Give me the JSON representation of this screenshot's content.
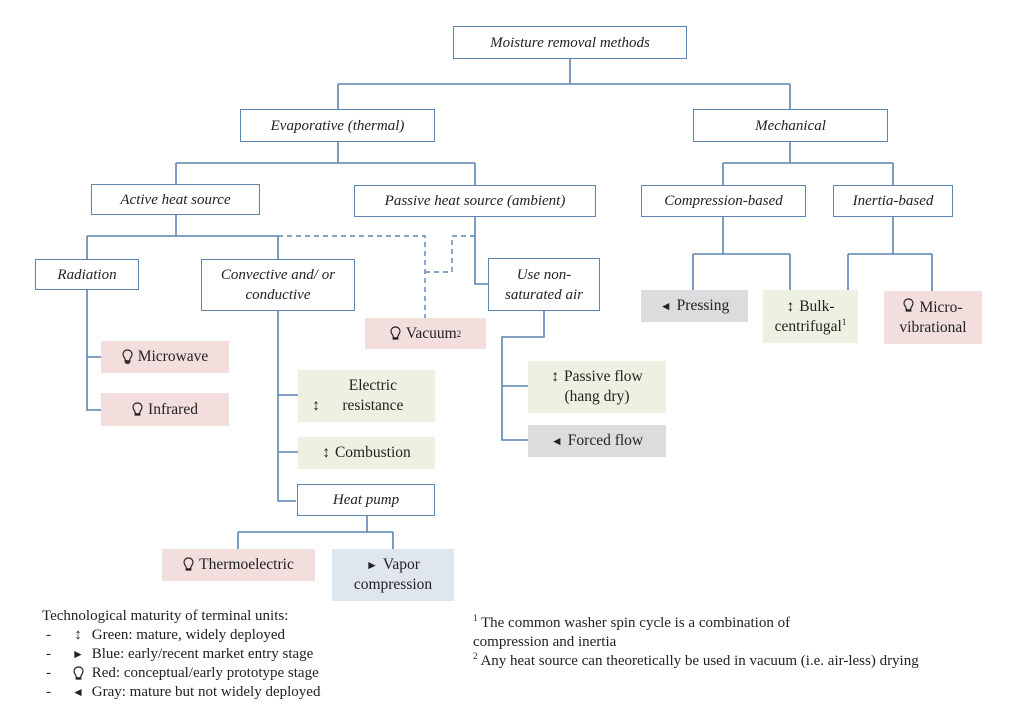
{
  "diagram": {
    "root": "Moisture removal methods",
    "categories": {
      "evaporative": "Evaporative (thermal)",
      "mechanical": "Mechanical",
      "active_heat": "Active heat source",
      "passive_heat": "Passive heat source (ambient)",
      "compression": "Compression-based",
      "inertia": "Inertia-based",
      "radiation": "Radiation",
      "convective": "Convective and/ or conductive",
      "non_saturated": "Use non-saturated air",
      "heat_pump": "Heat pump"
    },
    "leaves": {
      "microwave": {
        "label": "Microwave",
        "maturity": "red",
        "icon": "lightbulb-icon"
      },
      "infrared": {
        "label": "Infrared",
        "maturity": "red",
        "icon": "lightbulb-icon"
      },
      "vacuum": {
        "label": "Vacuum",
        "footnote": "2",
        "maturity": "red",
        "icon": "lightbulb-icon"
      },
      "electric": {
        "label": "Electric resistance",
        "maturity": "green",
        "icon": "up-down-arrow-icon"
      },
      "combustion": {
        "label": "Combustion",
        "maturity": "green",
        "icon": "up-down-arrow-icon"
      },
      "passive_flow": {
        "label": "Passive flow (hang dry)",
        "maturity": "green",
        "icon": "up-down-arrow-icon"
      },
      "forced_flow": {
        "label": "Forced flow",
        "maturity": "gray",
        "icon": "left-triangle-icon"
      },
      "pressing": {
        "label": "Pressing",
        "maturity": "gray",
        "icon": "left-triangle-icon"
      },
      "bulk": {
        "label": "Bulk-centrifugal",
        "footnote": "1",
        "maturity": "green",
        "icon": "up-down-arrow-icon"
      },
      "micro": {
        "label": "Micro-vibrational",
        "maturity": "red",
        "icon": "lightbulb-icon"
      },
      "thermoelectric": {
        "label": "Thermoelectric",
        "maturity": "red",
        "icon": "lightbulb-icon"
      },
      "vapor": {
        "label": "Vapor compression",
        "maturity": "blue",
        "icon": "right-triangle-icon"
      }
    }
  },
  "legend": {
    "title": "Technological maturity of terminal units:",
    "items": [
      {
        "dash": "-",
        "symbol": "↕",
        "text": "Green: mature, widely deployed"
      },
      {
        "dash": "-",
        "symbol": "►",
        "text": "Blue: early/recent market entry stage"
      },
      {
        "dash": "-",
        "symbol": "bulb",
        "text": "Red: conceptual/early prototype stage"
      },
      {
        "dash": "-",
        "symbol": "◄",
        "text": "Gray: mature but not widely deployed"
      }
    ]
  },
  "notes": {
    "note1_mark": "1",
    "note1_line1": "The common washer spin cycle is a combination of",
    "note1_line2": "compression and inertia",
    "note2_mark": "2",
    "note2_text": "Any heat source can theoretically be used in vacuum (i.e. air-less) drying"
  },
  "colors": {
    "connector": "#5b84b1",
    "green": "#edf1e2",
    "red": "#f3dede",
    "gray": "#dcdcdf",
    "blue": "#dfe6f0"
  },
  "symbols": {
    "updown": "↕",
    "right": "►",
    "left": "◄"
  }
}
